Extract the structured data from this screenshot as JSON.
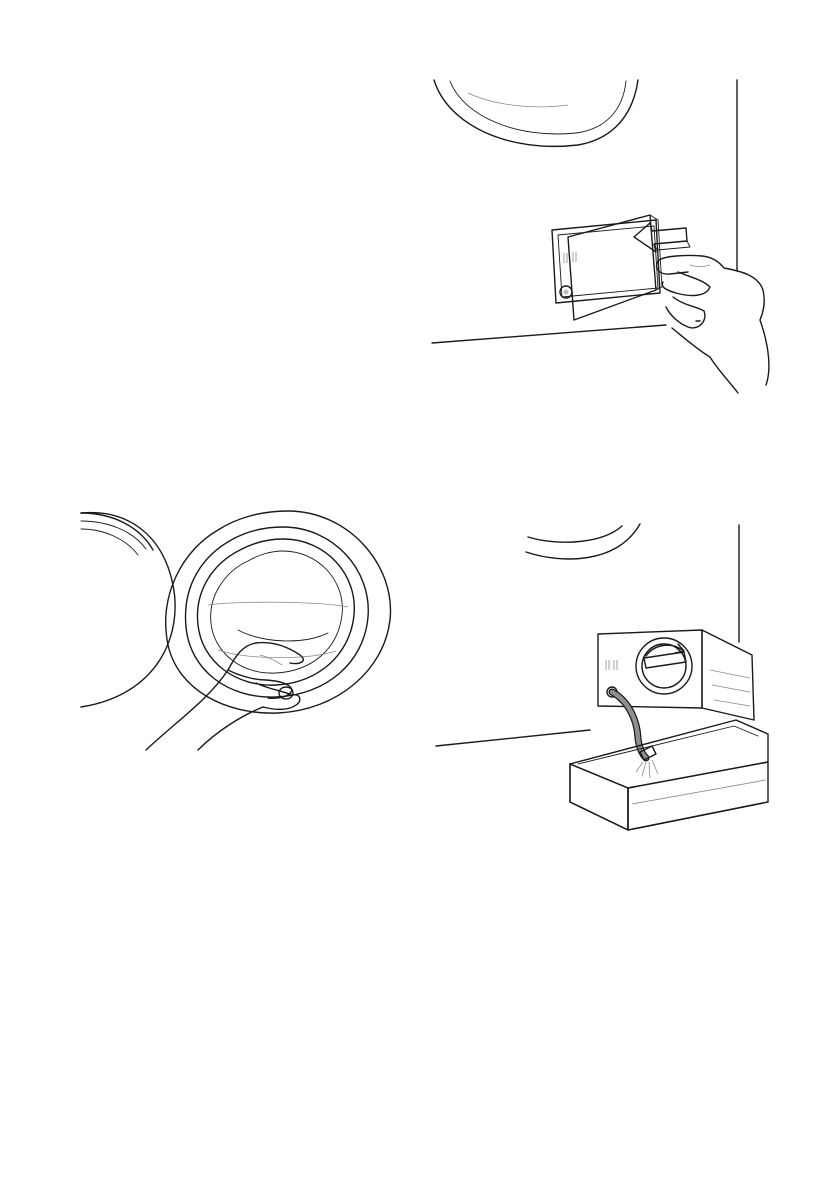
{
  "page": {
    "background": "#ffffff",
    "line_color": "#1a1a1a",
    "panel_fill_light": "#f0f0f0",
    "panel_fill_mid": "#cfcfcf",
    "seal_color": "#7a7a7a",
    "figures": [
      {
        "id": "open-filter-flap",
        "icons": [
          "hand-icon",
          "arrow-icon",
          "drum-door-arc-icon",
          "filter-flap-icon"
        ]
      },
      {
        "id": "clean-door-seal",
        "icons": [
          "hand-icon",
          "door-seal-icon",
          "open-door-icon"
        ]
      },
      {
        "id": "drain-emergency-hose",
        "icons": [
          "filter-cap-icon",
          "rotate-arrow-icon",
          "drain-hose-icon",
          "water-tray-icon"
        ]
      }
    ]
  }
}
